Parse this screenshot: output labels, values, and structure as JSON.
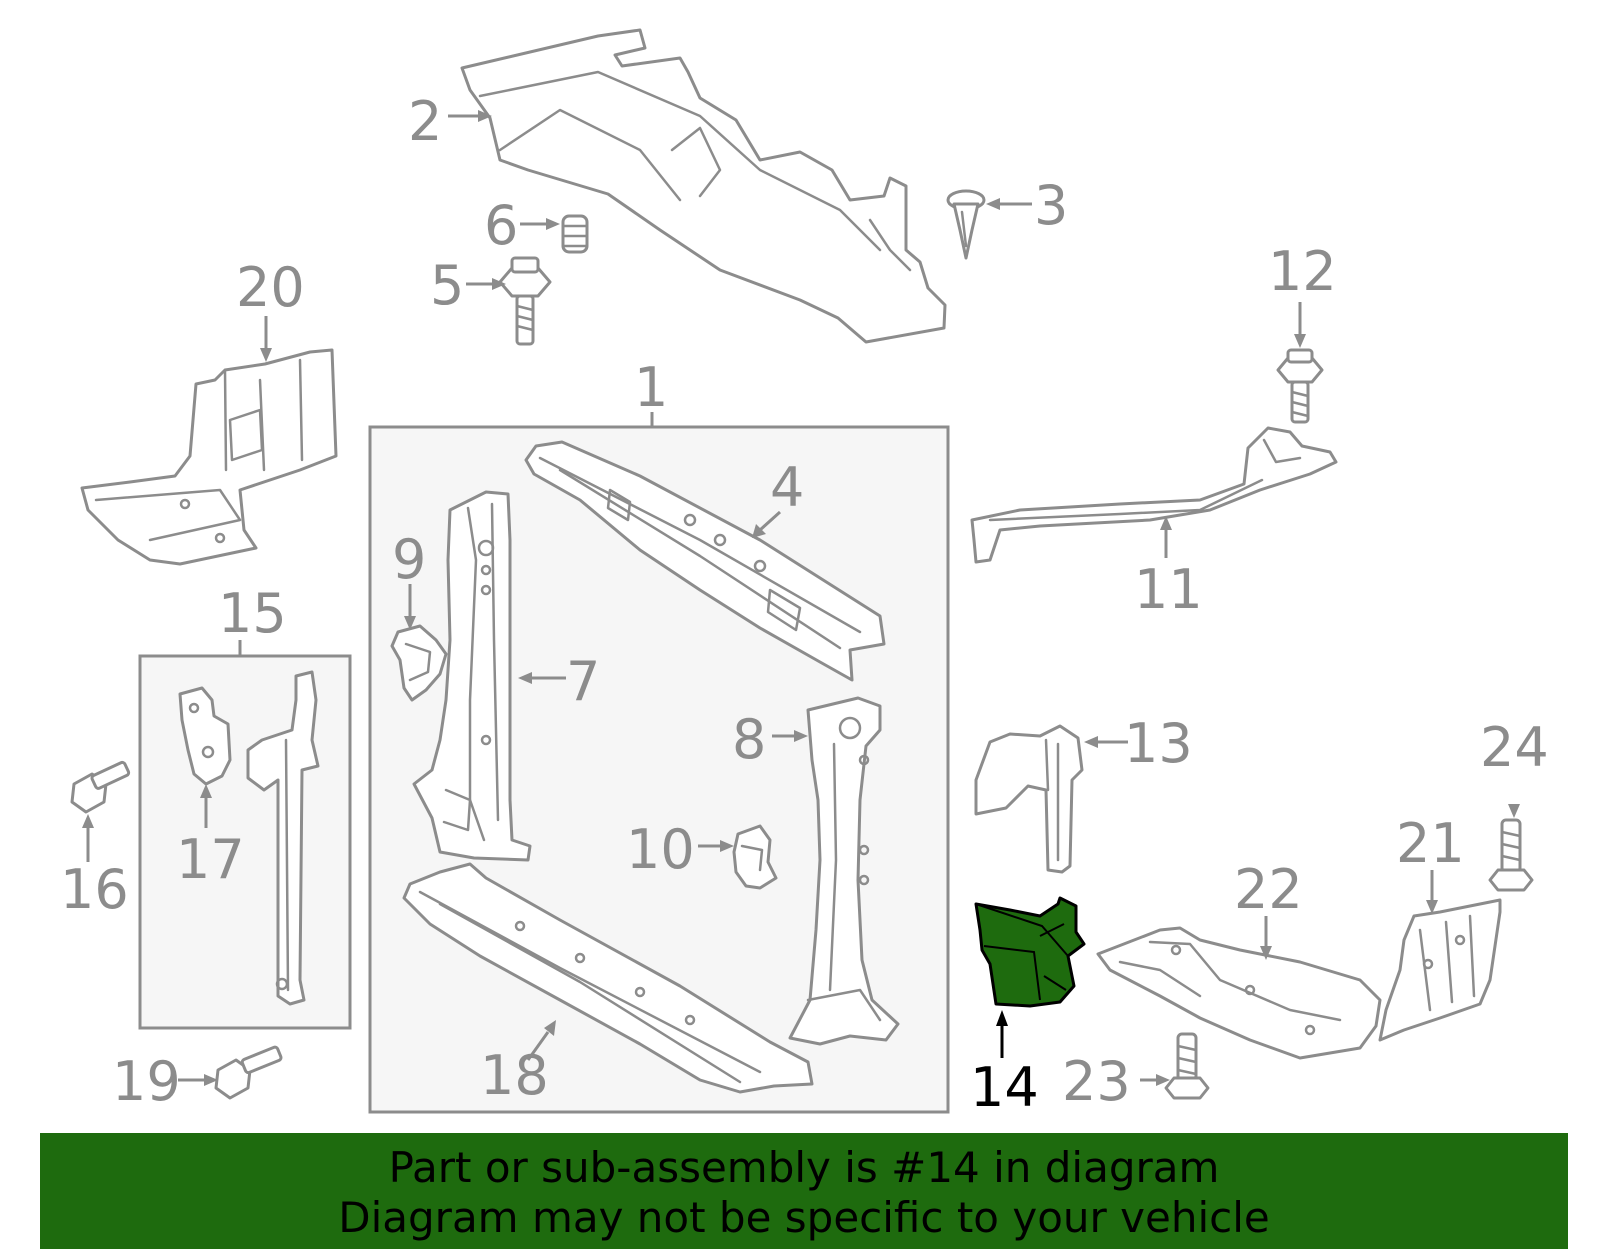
{
  "callouts": {
    "c1": "1",
    "c2": "2",
    "c3": "3",
    "c4": "4",
    "c5": "5",
    "c6": "6",
    "c7": "7",
    "c8": "8",
    "c9": "9",
    "c10": "10",
    "c11": "11",
    "c12": "12",
    "c13": "13",
    "c14": "14",
    "c15": "15",
    "c16": "16",
    "c17": "17",
    "c18": "18",
    "c19": "19",
    "c20": "20",
    "c21": "21",
    "c22": "22",
    "c23": "23",
    "c24": "24"
  },
  "highlighted_part": "14",
  "colors": {
    "highlight": "#1e6b0e",
    "lines": "#8c8c8c",
    "group_box": "#f6f6f6"
  },
  "banner": {
    "line1": "Part or sub-assembly is #14 in diagram",
    "line2": "Diagram may not be specific to your vehicle"
  }
}
